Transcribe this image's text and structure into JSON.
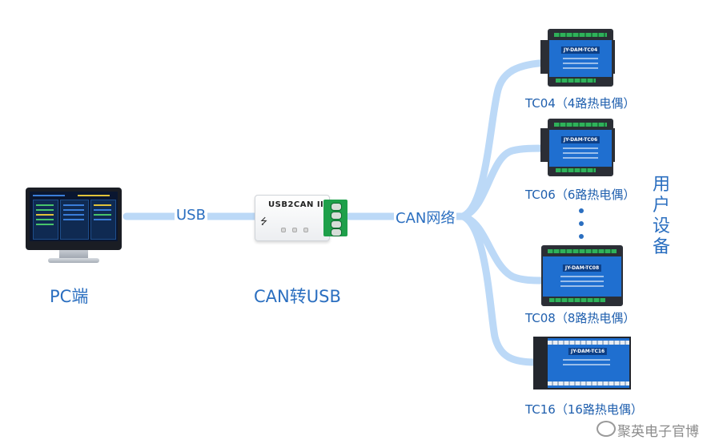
{
  "nodes": {
    "pc": {
      "label": "PC端"
    },
    "converter": {
      "label": "CAN转USB",
      "device_title": "USB2CAN II"
    },
    "user_devices": {
      "label_chars": [
        "用",
        "户",
        "设",
        "备"
      ]
    }
  },
  "connections": {
    "usb": {
      "label": "USB"
    },
    "can": {
      "label": "CAN网络"
    }
  },
  "devices": [
    {
      "label": "TC04（4路热电偶）",
      "model": "JY-DAM-TC04"
    },
    {
      "label": "TC06（6路热电偶）",
      "model": "JY-DAM-TC06"
    },
    {
      "label": "TC08（8路热电偶）",
      "model": "JY-DAM-TC08"
    },
    {
      "label": "TC16（16路热电偶）",
      "model": "JY-DAM-TC16"
    }
  ],
  "colors": {
    "line": "#bcd9f7",
    "text_blue": "#2b6fc0",
    "module_blue": "#1f6fd0"
  },
  "watermark": {
    "text": "聚英电子官博"
  }
}
